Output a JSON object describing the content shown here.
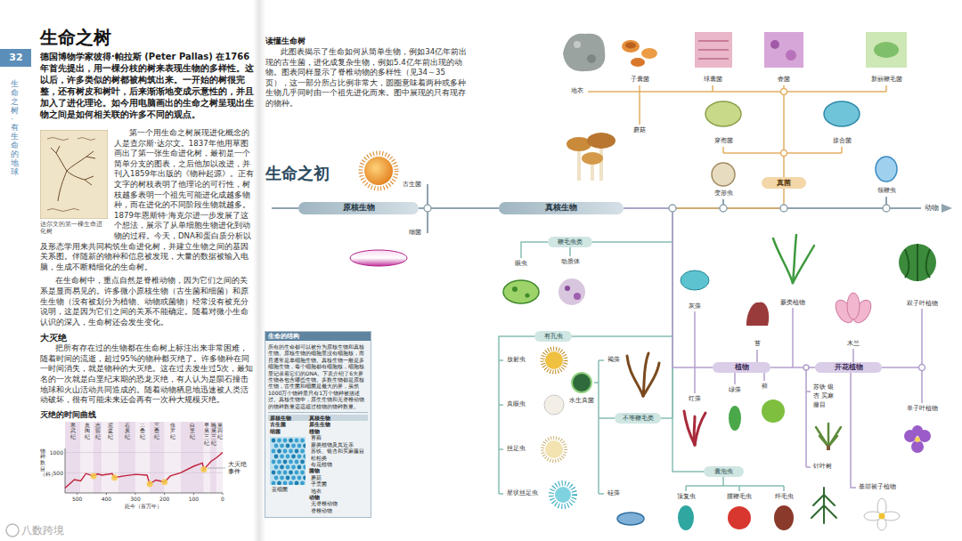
{
  "diagram": {
    "title": "生命之树",
    "nodes": [
      {
        "text": [
          "原核生物"
        ]
      },
      {
        "text": [
          "真核生物"
        ]
      },
      {
        "text": [
          "鞭毛虫类"
        ]
      },
      {
        "text": [
          "有孔虫"
        ]
      },
      {
        "text": [
          "不等鞭毛类"
        ]
      },
      {
        "text": [
          "囊泡虫"
        ]
      },
      {
        "text": [
          "植物"
        ]
      },
      {
        "text": [
          "开花植物"
        ]
      },
      {
        "text": [
          "真菌"
        ]
      },
      {
        "text": [
          "生命的结构",
          "所有的生命都可以被分为原核生物和真核生物。原核生物的细胞里没有细胞核，而且通常是单细胞生物。真核生物一般是多细胞生物，每个细胞都有细胞核，细胞核里记录着它们的DNA。下表介绍了6大界生物各包含哪些生物。多数生物都是原核生物，古生菌和细菌是最大的界，虽然1000万个物种里只有1万个物种被描述过。真核生物中，原生生物和无脊椎动物的物种数量远远超过植物的物种数量。"
        ]
      }
    ],
    "edges": [
      {
        "from": 0,
        "to": 1,
        "arrow": "none"
      },
      {
        "from": 1,
        "to": 8,
        "arrow": "none"
      },
      {
        "from": 1,
        "to": 2,
        "arrow": "none"
      },
      {
        "from": 1,
        "to": 3,
        "arrow": "none"
      },
      {
        "from": 1,
        "to": 4,
        "arrow": "none"
      },
      {
        "from": 1,
        "to": 5,
        "arrow": "none"
      },
      {
        "from": 1,
        "to": 6,
        "arrow": "none"
      },
      {
        "from": 6,
        "to": 7,
        "arrow": "none"
      }
    ],
    "labels": [
      "32",
      "生命之树·有生命的地球",
      "德国博物学家彼得·帕拉斯 (Peter Pallas) 在1766年首先提出，用一棵分枝的树来表现生物的多样性。这以后，许多类似的树都被构筑出来。一开始的树很完整，还有树皮和树叶，后来渐渐地变成示意性的，并且加入了进化理论。如今用电脑画出的生命之树呈现出生物之间是如何相关联的许多不同的观点。",
      "达尔文的第一棵生命进化树",
      "第一个用生命之树展现进化概念的人是查尔斯·达尔文。1837年他用草图画出了第一张生命进化树，最初是一个简单分支的图表，之后他加以改进，并刊入1859年出版的《物种起源》。正有文字的树枝表明了他理论的可行性，树枝越多表明一个祖先可能进化成越多物种，而在进化的不同阶段生物就越多。1879年恩斯特·海克尔进一步发展了这个想法，展示了从单细胞生物进化到动物的过程。今天，DNA和蛋白质分析以及形态学用来共同构筑生命进化树，并建立生物之间的基因关系图。伴随新的物种和信息被发现，大量的数据被输入电脑，生成不断精细化的生命树。",
      "在生命树中，重点自然是脊椎动物，因为它们之间的关系是显而易见的。许多微小原核生物（古生菌和细菌）和原生生物（没有被划分为植物、动物或菌物）经常没有被充分说明，这是因为它们之间的关系不能确定。随着对微小生命认识的深入，生命树还会发生变化。",
      "大灭绝",
      "把所有存在过的生物都在生命树上标注出来非常困难，随着时间的流逝，超过95%的物种都灭绝了。许多物种在同一时间消失，就是物种的大灭绝。这在过去发生过5次，最知名的一次就是白垩纪末期的恐龙灭绝，有人认为是陨石撞击地球和火山活动共同造成的。随着动物栖息地迅速被人类活动破坏，很有可能未来还会再有一次种大规模灭绝。",
      "灭绝的时间曲线",
      "寒武纪",
      "奥陶纪",
      "志留纪",
      "泥盆纪",
      "石炭纪",
      "二叠纪",
      "三叠纪",
      "侏罗纪",
      "白垩纪",
      "早第三纪",
      "晚第三纪",
      "第四纪",
      "物种数目（科）",
      "1000",
      "500",
      "500",
      "400",
      "300",
      "200",
      "100",
      "0",
      "距今（百万年）",
      "大灭绝事件",
      "读懂生命树",
      "此图表揭示了生命如何从简单生物，例如34亿年前出现的古生菌，进化成复杂生物，例如5.4亿年前出现的动物。图表同样显示了脊椎动物的多样性（见34～35页），这一部分所占比例非常大，圆圈意味着两种或多种生物几乎同时由一个祖先进化而来。图中展现的只有现存的物种。",
      "生命之初",
      "古生菌",
      "细菌",
      "原核生物",
      "古生菌",
      "细菌",
      "蓝细菌",
      "真核生物",
      "原生生物",
      "植物",
      "苔藓",
      "蕨类植物及其近亲",
      "苏铁、银杏和买麻藤目",
      "松柏类",
      "有花植物",
      "菌物",
      "蘑菇",
      "子囊菌",
      "地衣",
      "动物",
      "无脊椎动物",
      "脊椎动物",
      "动物",
      "子囊菌",
      "球囊菌",
      "壶菌",
      "新丽鞭毛菌",
      "地衣",
      "蘑菇",
      "穿孢菌",
      "接合菌",
      "变形虫",
      "领鞭虫",
      "眼虫",
      "动质体",
      "放射虫",
      "真眼虫",
      "丝足虫",
      "星状丝足虫",
      "褐藻",
      "水生真菌",
      "硅藻",
      "顶复虫",
      "腰鞭毛虫",
      "纤毛虫",
      "灰藻",
      "红藻",
      "绿藻",
      "苔",
      "藓",
      "蕨类植物",
      "苏铁 银杏 买麻藤目",
      "针叶树",
      "木兰",
      "双子叶植物",
      "单子叶植物",
      "基部被子植物",
      "八数跨境"
    ]
  }
}
